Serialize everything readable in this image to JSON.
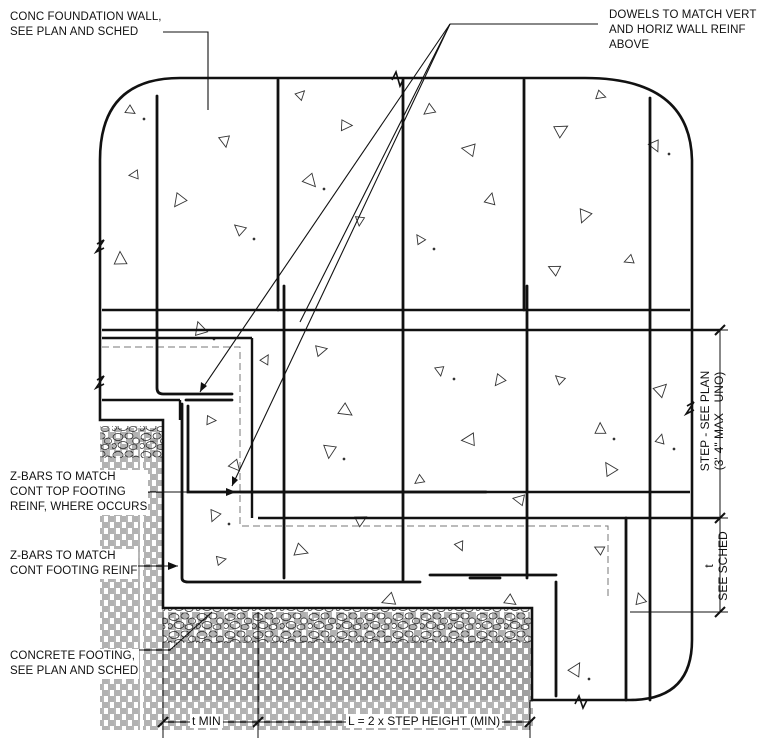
{
  "notes": {
    "foundation_wall": [
      "CONC FOUNDATION WALL,",
      "SEE PLAN AND SCHED"
    ],
    "dowels": [
      "DOWELS TO MATCH VERT",
      "AND HORIZ WALL REINF",
      "ABOVE"
    ],
    "z_bars_top": [
      "Z-BARS TO MATCH",
      "CONT TOP FOOTING",
      "REINF, WHERE OCCURS"
    ],
    "z_bars": [
      "Z-BARS TO MATCH",
      "CONT FOOTING REINF"
    ],
    "footing": [
      "CONCRETE FOOTING,",
      "SEE PLAN AND SCHED"
    ]
  },
  "dimensions": {
    "step": [
      "STEP - SEE PLAN",
      "(3'-4\" MAX - UNO)"
    ],
    "thickness": [
      "t",
      "SEE SCHED"
    ],
    "t_min": "t MIN",
    "length": "L = 2 x STEP HEIGHT (MIN)"
  }
}
